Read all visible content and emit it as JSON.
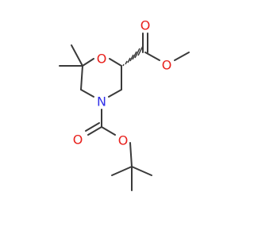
{
  "molecule": {
    "colors": {
      "bond": "#3a3a3a",
      "oxygen": "#e8201c",
      "nitrogen": "#3030e8"
    },
    "atoms": {
      "ring_oxygen": "O",
      "ring_nitrogen": "N",
      "ester_carbonyl_oxygen": "O",
      "ester_ether_oxygen": "O",
      "carbamate_carbonyl_oxygen": "O",
      "carbamate_ether_oxygen": "O"
    }
  }
}
